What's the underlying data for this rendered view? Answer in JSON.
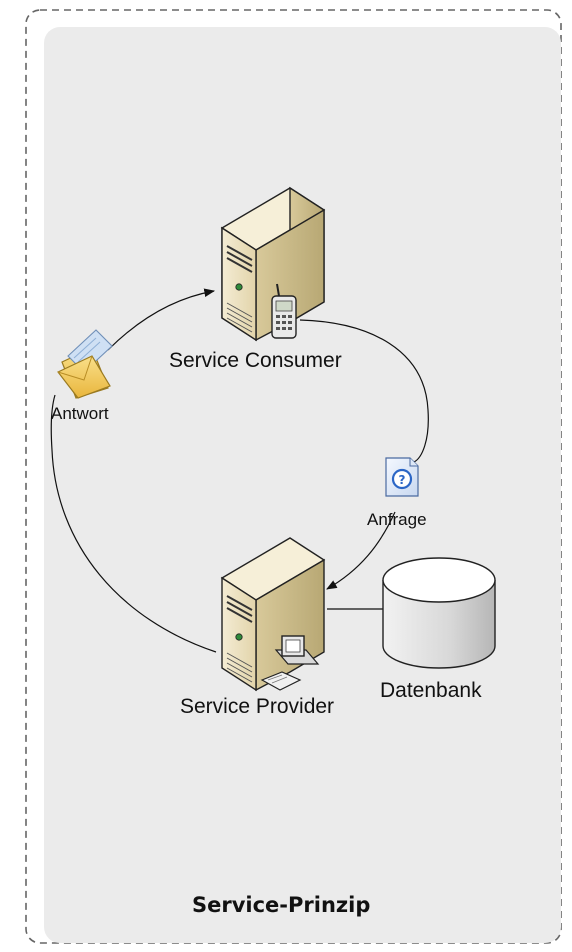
{
  "diagram": {
    "title": "Service-Prinzip",
    "nodes": {
      "consumer": {
        "label": "Service Consumer",
        "icon": "server-tower-icon"
      },
      "provider": {
        "label": "Service Provider",
        "icon": "server-tower-icon"
      },
      "database": {
        "label": "Datenbank",
        "icon": "database-cylinder-icon"
      }
    },
    "messages": {
      "response": {
        "label": "Antwort",
        "icon": "envelope-icon"
      },
      "request": {
        "label": "Anfrage",
        "icon": "question-document-icon"
      }
    },
    "attachments": {
      "consumer": "mobile-phone-icon",
      "provider": "desktop-computer-icon"
    },
    "edges": [
      {
        "from": "provider",
        "to": "consumer",
        "via": "response",
        "arrow": "to"
      },
      {
        "from": "consumer",
        "to": "provider",
        "via": "request",
        "arrow": "to"
      },
      {
        "from": "provider",
        "to": "database",
        "arrow": "none"
      }
    ],
    "colors": {
      "panel": "#ebebeb",
      "border": "#666666",
      "server_body": "#ece2c4",
      "server_shadow": "#c7b98f",
      "database_fill": "#dcdcdc",
      "envelope": "#f2d068",
      "question_blue": "#2b66c6"
    }
  }
}
